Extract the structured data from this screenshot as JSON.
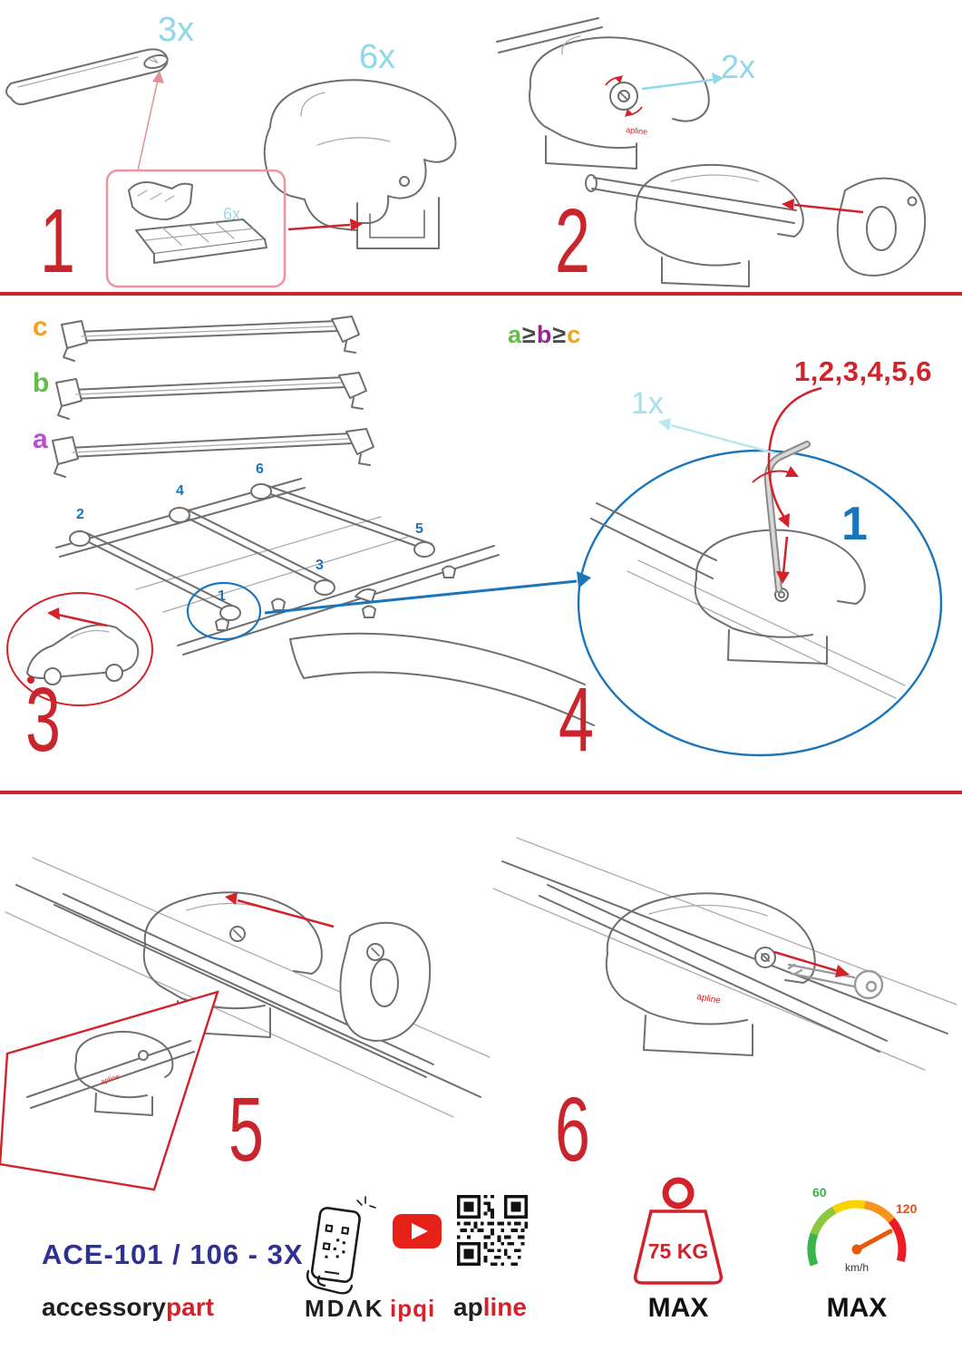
{
  "doc": {
    "brand_small": "apline"
  },
  "colors": {
    "red": "#d3222a",
    "blue": "#1b75bb",
    "cyan": "#8ed8e9",
    "navy": "#2e3192",
    "label_c": "#f5a21b",
    "label_b": "#62bd4a",
    "label_a": "#bb4bd3",
    "gauge_green": "#39b54a",
    "gauge_red": "#ed1c24"
  },
  "step1": {
    "number": "1",
    "qty_endcap": "3x",
    "qty_foot": "6x",
    "qty_pad": "6x"
  },
  "step2": {
    "number": "2",
    "qty_lock": "2x"
  },
  "step3": {
    "number": "3",
    "label_c": "c",
    "label_b": "b",
    "label_a": "a",
    "pos": {
      "p1": "1",
      "p2": "2",
      "p3": "3",
      "p4": "4",
      "p5": "5",
      "p6": "6"
    }
  },
  "step4": {
    "number": "4",
    "formula": {
      "a": "a",
      "gte1": "≥",
      "b": "b",
      "gte2": "≥",
      "c": "c"
    },
    "qty_key": "1x",
    "order": "1,2,3,4,5,6",
    "first": "1"
  },
  "step5": {
    "number": "5"
  },
  "step6": {
    "number": "6"
  },
  "footer": {
    "model": "ACE-101 / 106 - 3X",
    "accessory": "accessory",
    "part": "part",
    "mdak": "MDɅK",
    "ipqi": "ipqi",
    "ap": "ap",
    "line": "line",
    "weight_value": "75 KG",
    "weight_max": "MAX",
    "gauge_low": "60",
    "gauge_high": "120",
    "gauge_unit": "km/h",
    "gauge_max": "MAX"
  }
}
